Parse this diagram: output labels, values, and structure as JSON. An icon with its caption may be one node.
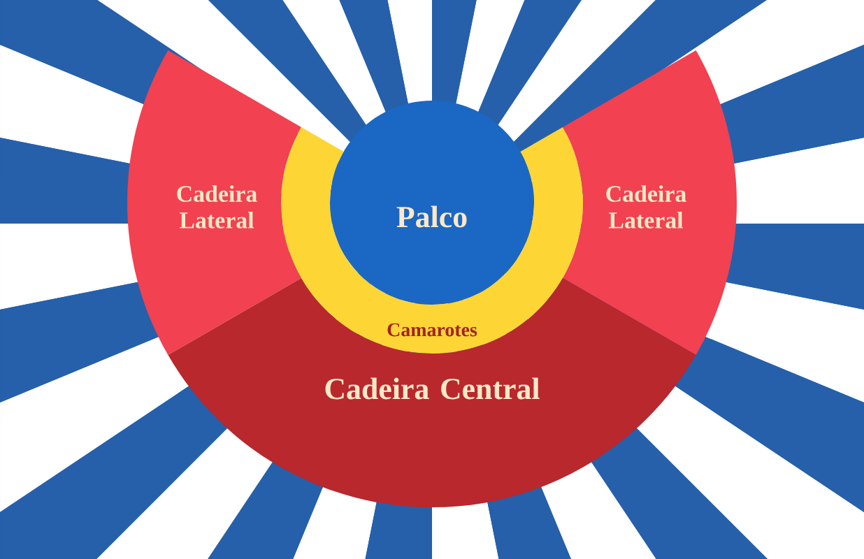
{
  "diagram": {
    "nodes": [
      {
        "text": [
          "Palco"
        ]
      },
      {
        "text": [
          "Camarotes"
        ]
      },
      {
        "text": [
          "Cadeira Lateral"
        ]
      },
      {
        "text": [
          "Cadeira Lateral"
        ]
      },
      {
        "text": [
          "Cadeira Central"
        ]
      }
    ]
  }
}
